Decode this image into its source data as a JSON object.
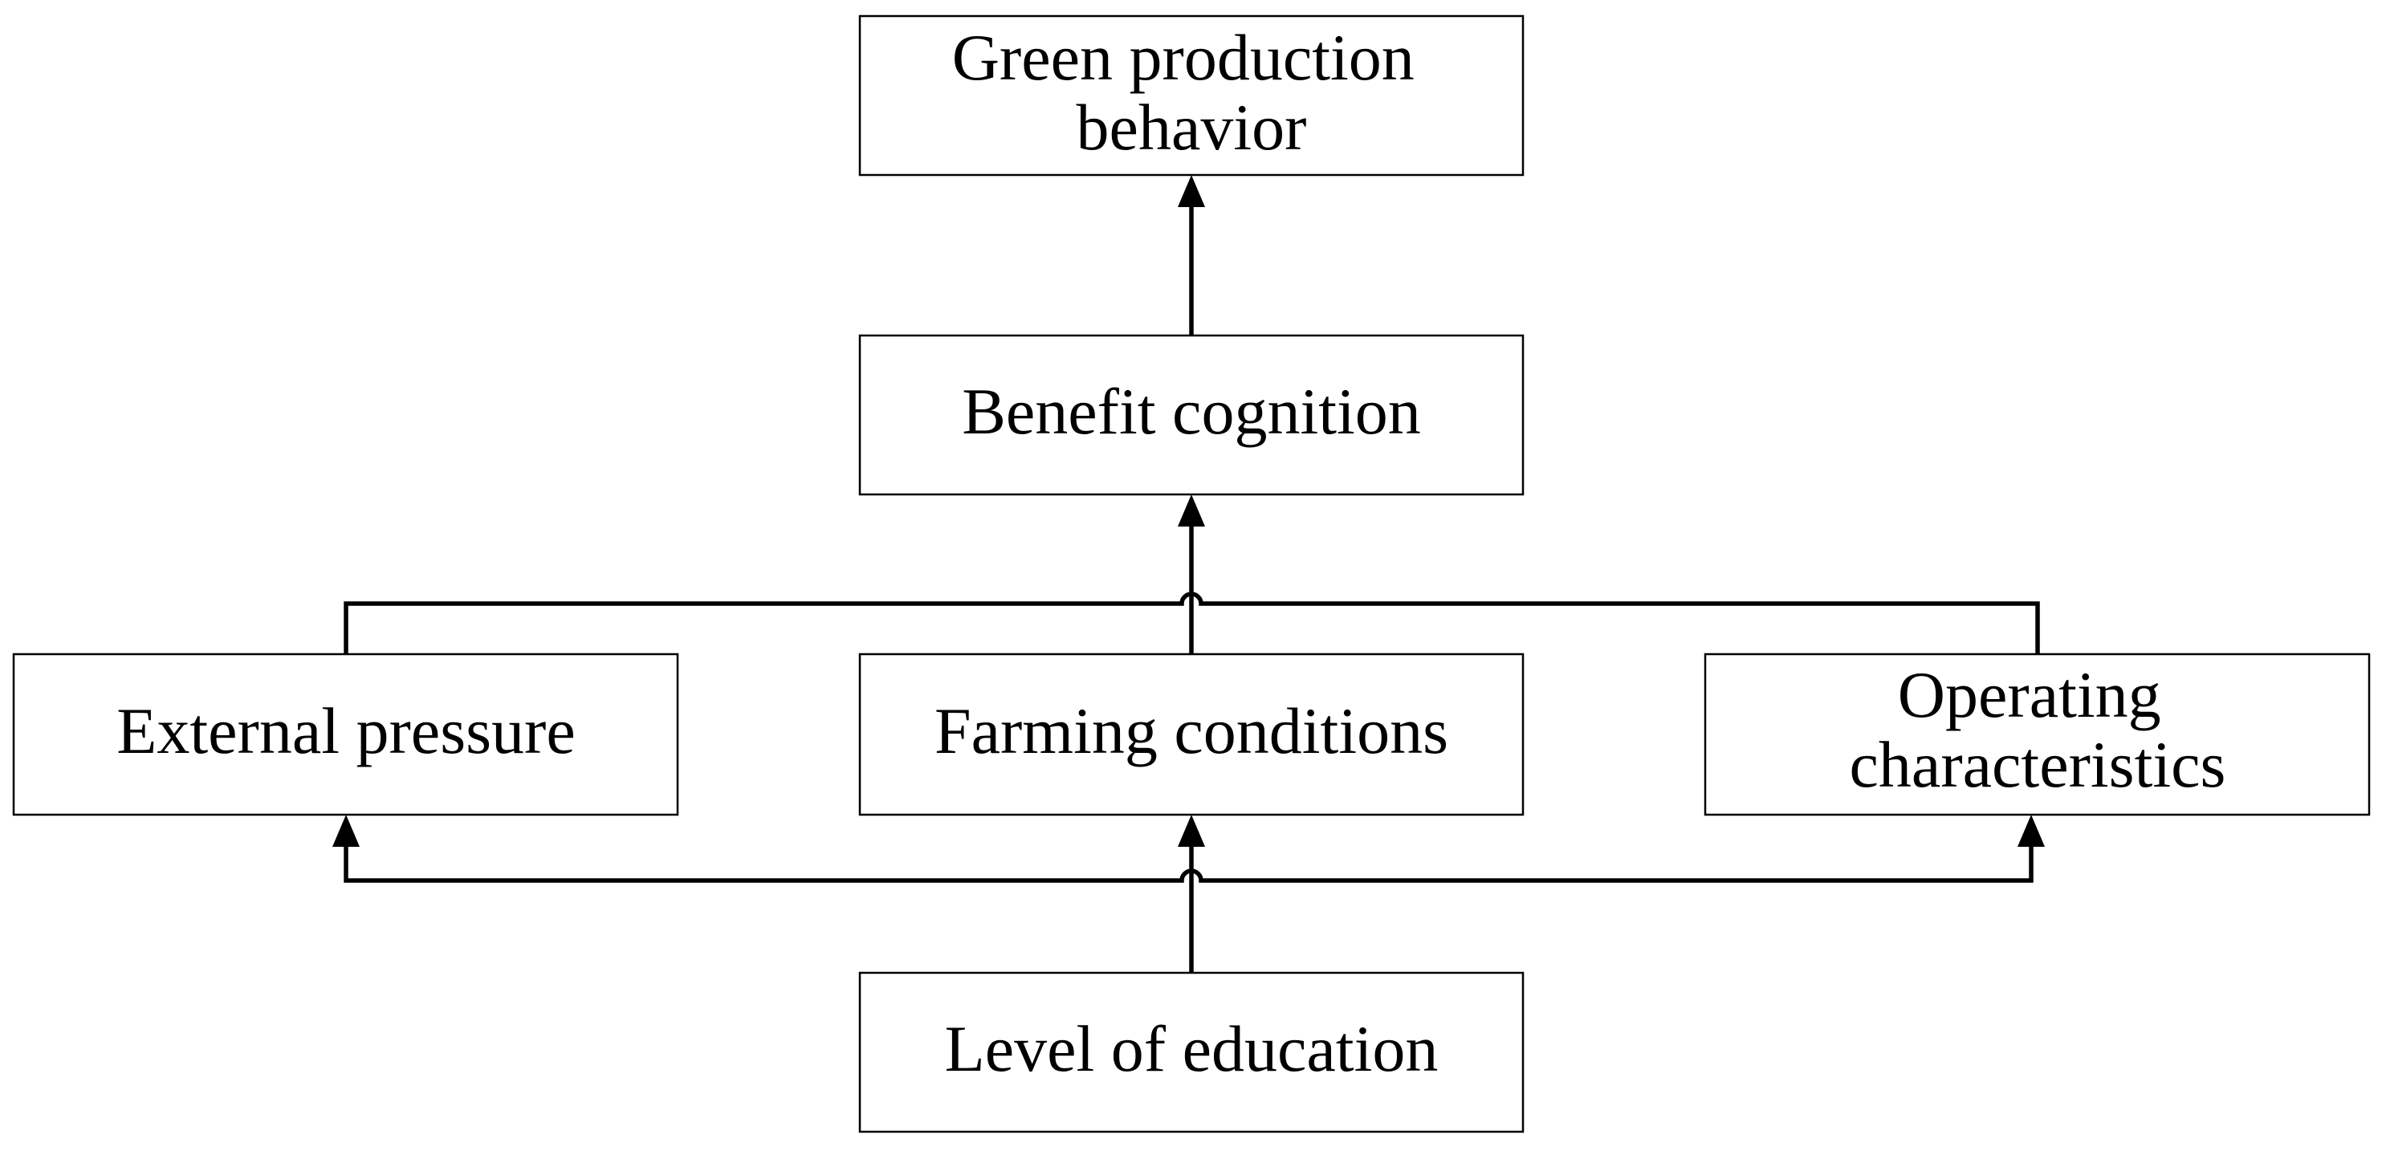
{
  "nodes": {
    "green_production_behavior": {
      "lines": [
        "Green production",
        "behavior"
      ]
    },
    "benefit_cognition": {
      "lines": [
        "Benefit cognition"
      ]
    },
    "external_pressure": {
      "lines": [
        "External pressure"
      ]
    },
    "farming_conditions": {
      "lines": [
        "Farming conditions"
      ]
    },
    "operating_characteristics": {
      "lines": [
        "Operating",
        "characteristics"
      ]
    },
    "level_of_education": {
      "lines": [
        "Level of education"
      ]
    }
  },
  "edges": [
    {
      "from": "benefit_cognition",
      "to": "green_production_behavior"
    },
    {
      "from": "external_pressure",
      "to": "benefit_cognition"
    },
    {
      "from": "farming_conditions",
      "to": "benefit_cognition"
    },
    {
      "from": "operating_characteristics",
      "to": "benefit_cognition"
    },
    {
      "from": "level_of_education",
      "to": "external_pressure"
    },
    {
      "from": "level_of_education",
      "to": "farming_conditions"
    },
    {
      "from": "level_of_education",
      "to": "operating_characteristics"
    }
  ]
}
